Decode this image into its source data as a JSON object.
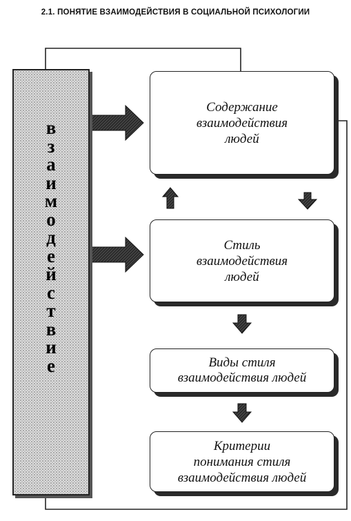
{
  "header": {
    "title": "2.1. ПОНЯТИЕ ВЗАИМОДЕЙСТВИЯ В СОЦИАЛЬНОЙ ПСИХОЛОГИИ"
  },
  "side_bar": {
    "letters": [
      "в",
      "з",
      "а",
      "и",
      "м",
      "о",
      "д",
      "е",
      "й",
      "с",
      "т",
      "в",
      "и",
      "е"
    ]
  },
  "boxes": {
    "content": "Содержание\nвзаимодействия\nлюдей",
    "style": "Стиль\nвзаимодействия\nлюдей",
    "style_types": "Виды стиля\nвзаимодействия людей",
    "criteria": "Критерии\nпонимания стиля\nвзаимодействия людей"
  }
}
